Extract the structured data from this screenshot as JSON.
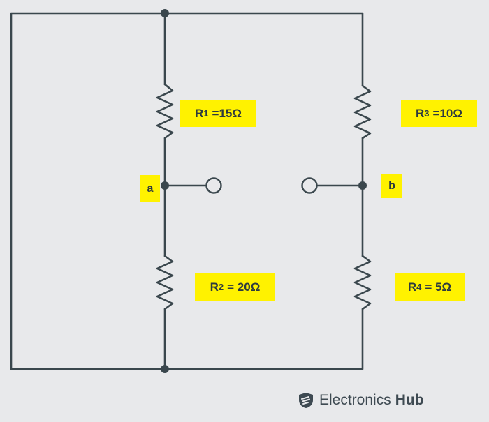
{
  "diagram": {
    "labels": {
      "r1": {
        "name": "R",
        "sub": "1",
        "value": "=15Ω"
      },
      "r3": {
        "name": "R",
        "sub": "3",
        "value": "=10Ω"
      },
      "r2": {
        "name": "R",
        "sub": "2",
        "value": "= 20Ω"
      },
      "r4": {
        "name": "R",
        "sub": "4",
        "value": "= 5Ω"
      },
      "node_a": "a",
      "node_b": "b"
    },
    "colors": {
      "wire": "#3a474d",
      "label_background": "#fff200",
      "page_background": "#e8e9eb"
    }
  },
  "brand": {
    "name_regular": "Electronics",
    "name_bold": "Hub",
    "icon": "electronics-hub-logo-icon"
  }
}
